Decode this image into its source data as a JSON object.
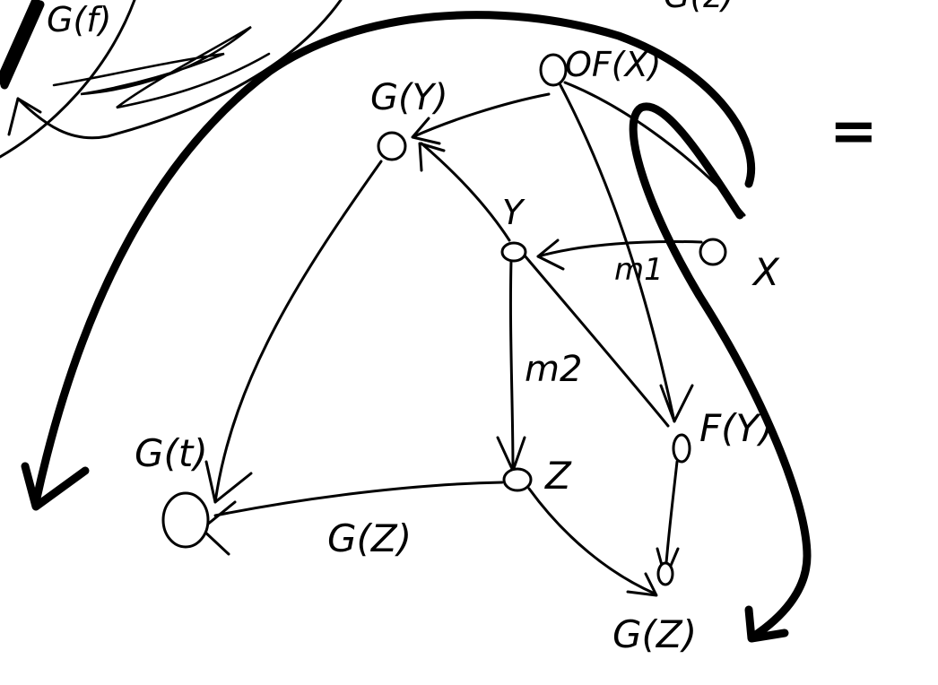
{
  "diagram": {
    "nodes": {
      "gy": "G(Y)",
      "ofx": "OF(X)",
      "y": "Y",
      "x": "X",
      "z": "Z",
      "fy": "F(Y)",
      "gt_left": "G(t)",
      "gt_bottom": "G(Z)"
    },
    "edge_labels": {
      "m1": "m1",
      "m2": "m2",
      "gz": "G(Z)"
    },
    "partial_top_left": "G(f)",
    "partial_top_right": "G(z)",
    "equals": "="
  }
}
